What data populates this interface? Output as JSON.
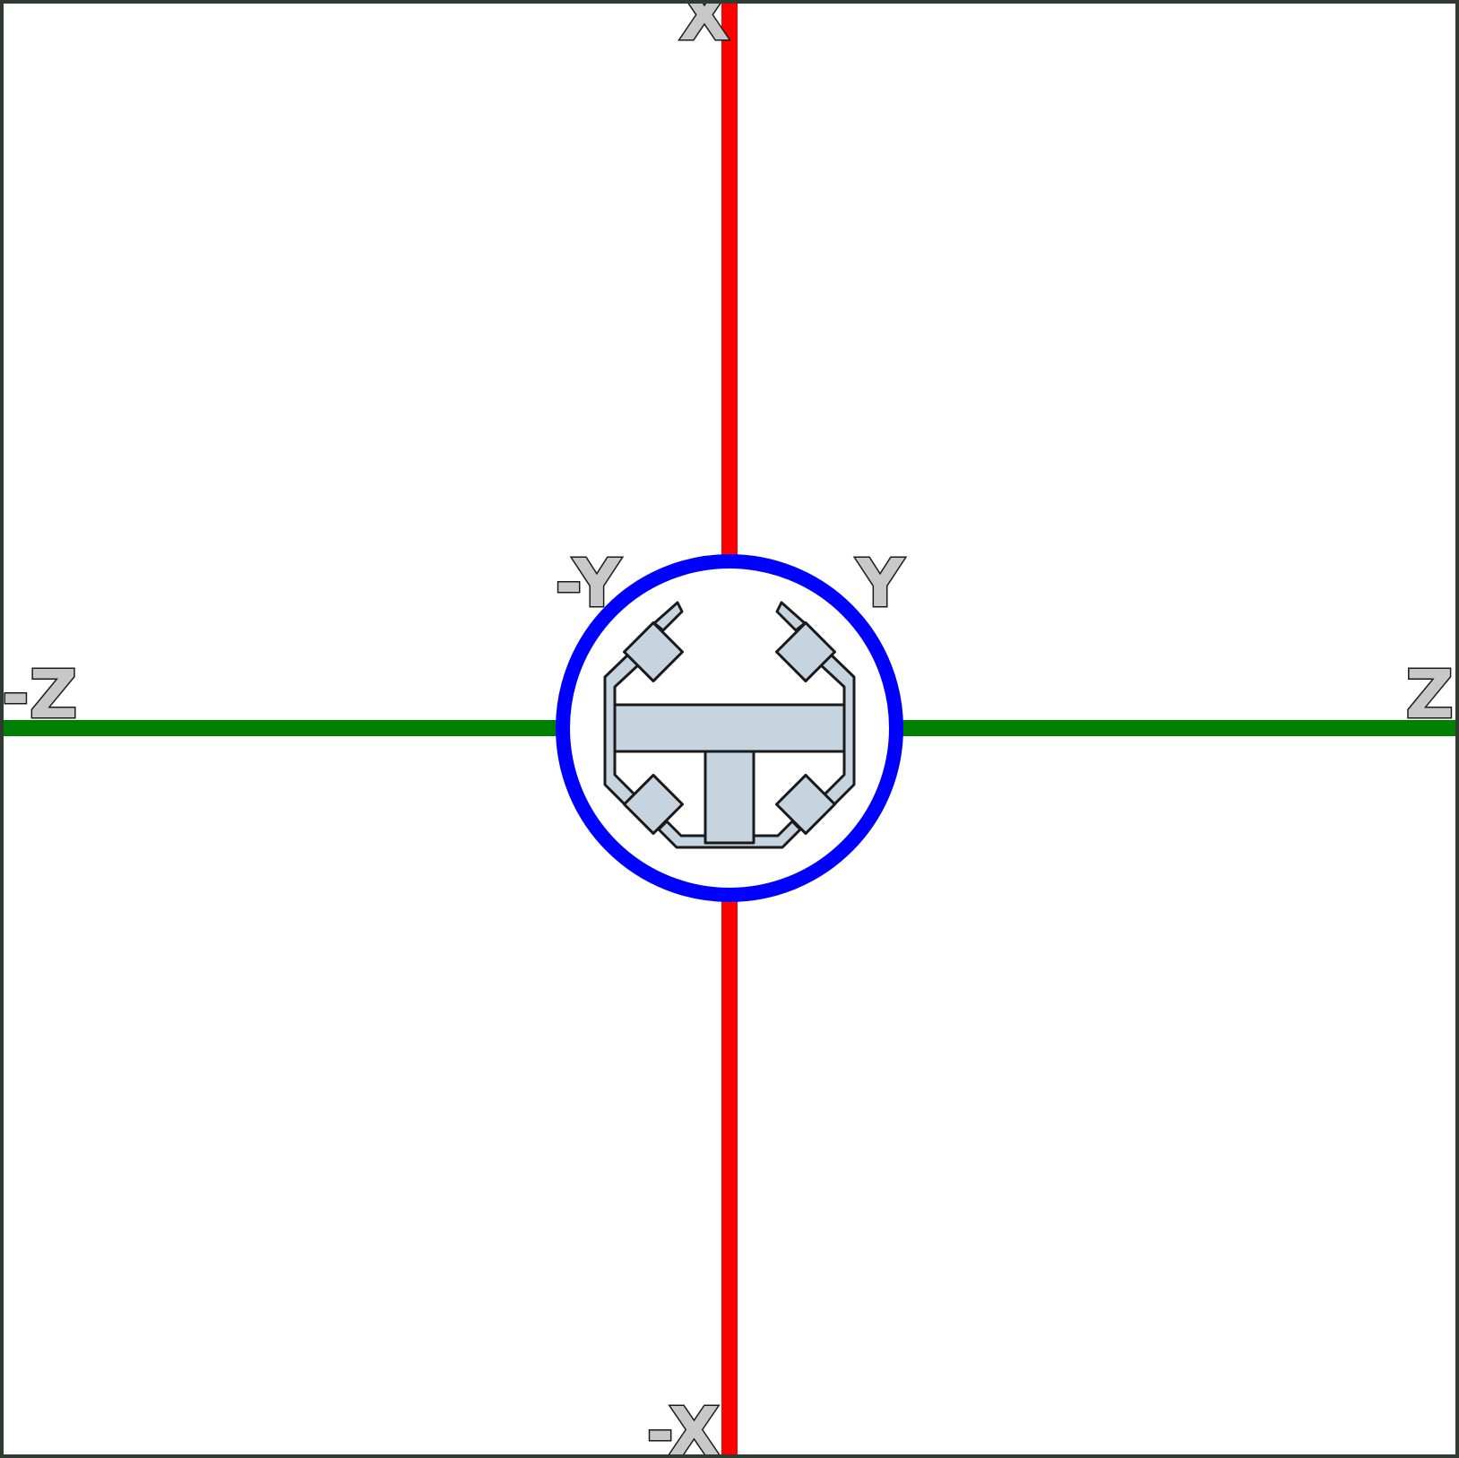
{
  "axes": {
    "x_pos": {
      "label": "X",
      "color": "#ff0000"
    },
    "x_neg": {
      "label": "-X",
      "color": "#ff0000"
    },
    "y_pos": {
      "label": "Y",
      "color": "#0000ff"
    },
    "y_neg": {
      "label": "-Y",
      "color": "#0000ff"
    },
    "z_pos": {
      "label": "Z",
      "color": "#008000"
    },
    "z_neg": {
      "label": "-Z",
      "color": "#008000"
    }
  },
  "colors": {
    "frame": "#2e3b2e",
    "part_fill": "#c5d4de",
    "part_stroke": "#1a1a1a",
    "background": "#ffffff"
  },
  "icons": {
    "part": "t-profile-bracket-icon"
  }
}
